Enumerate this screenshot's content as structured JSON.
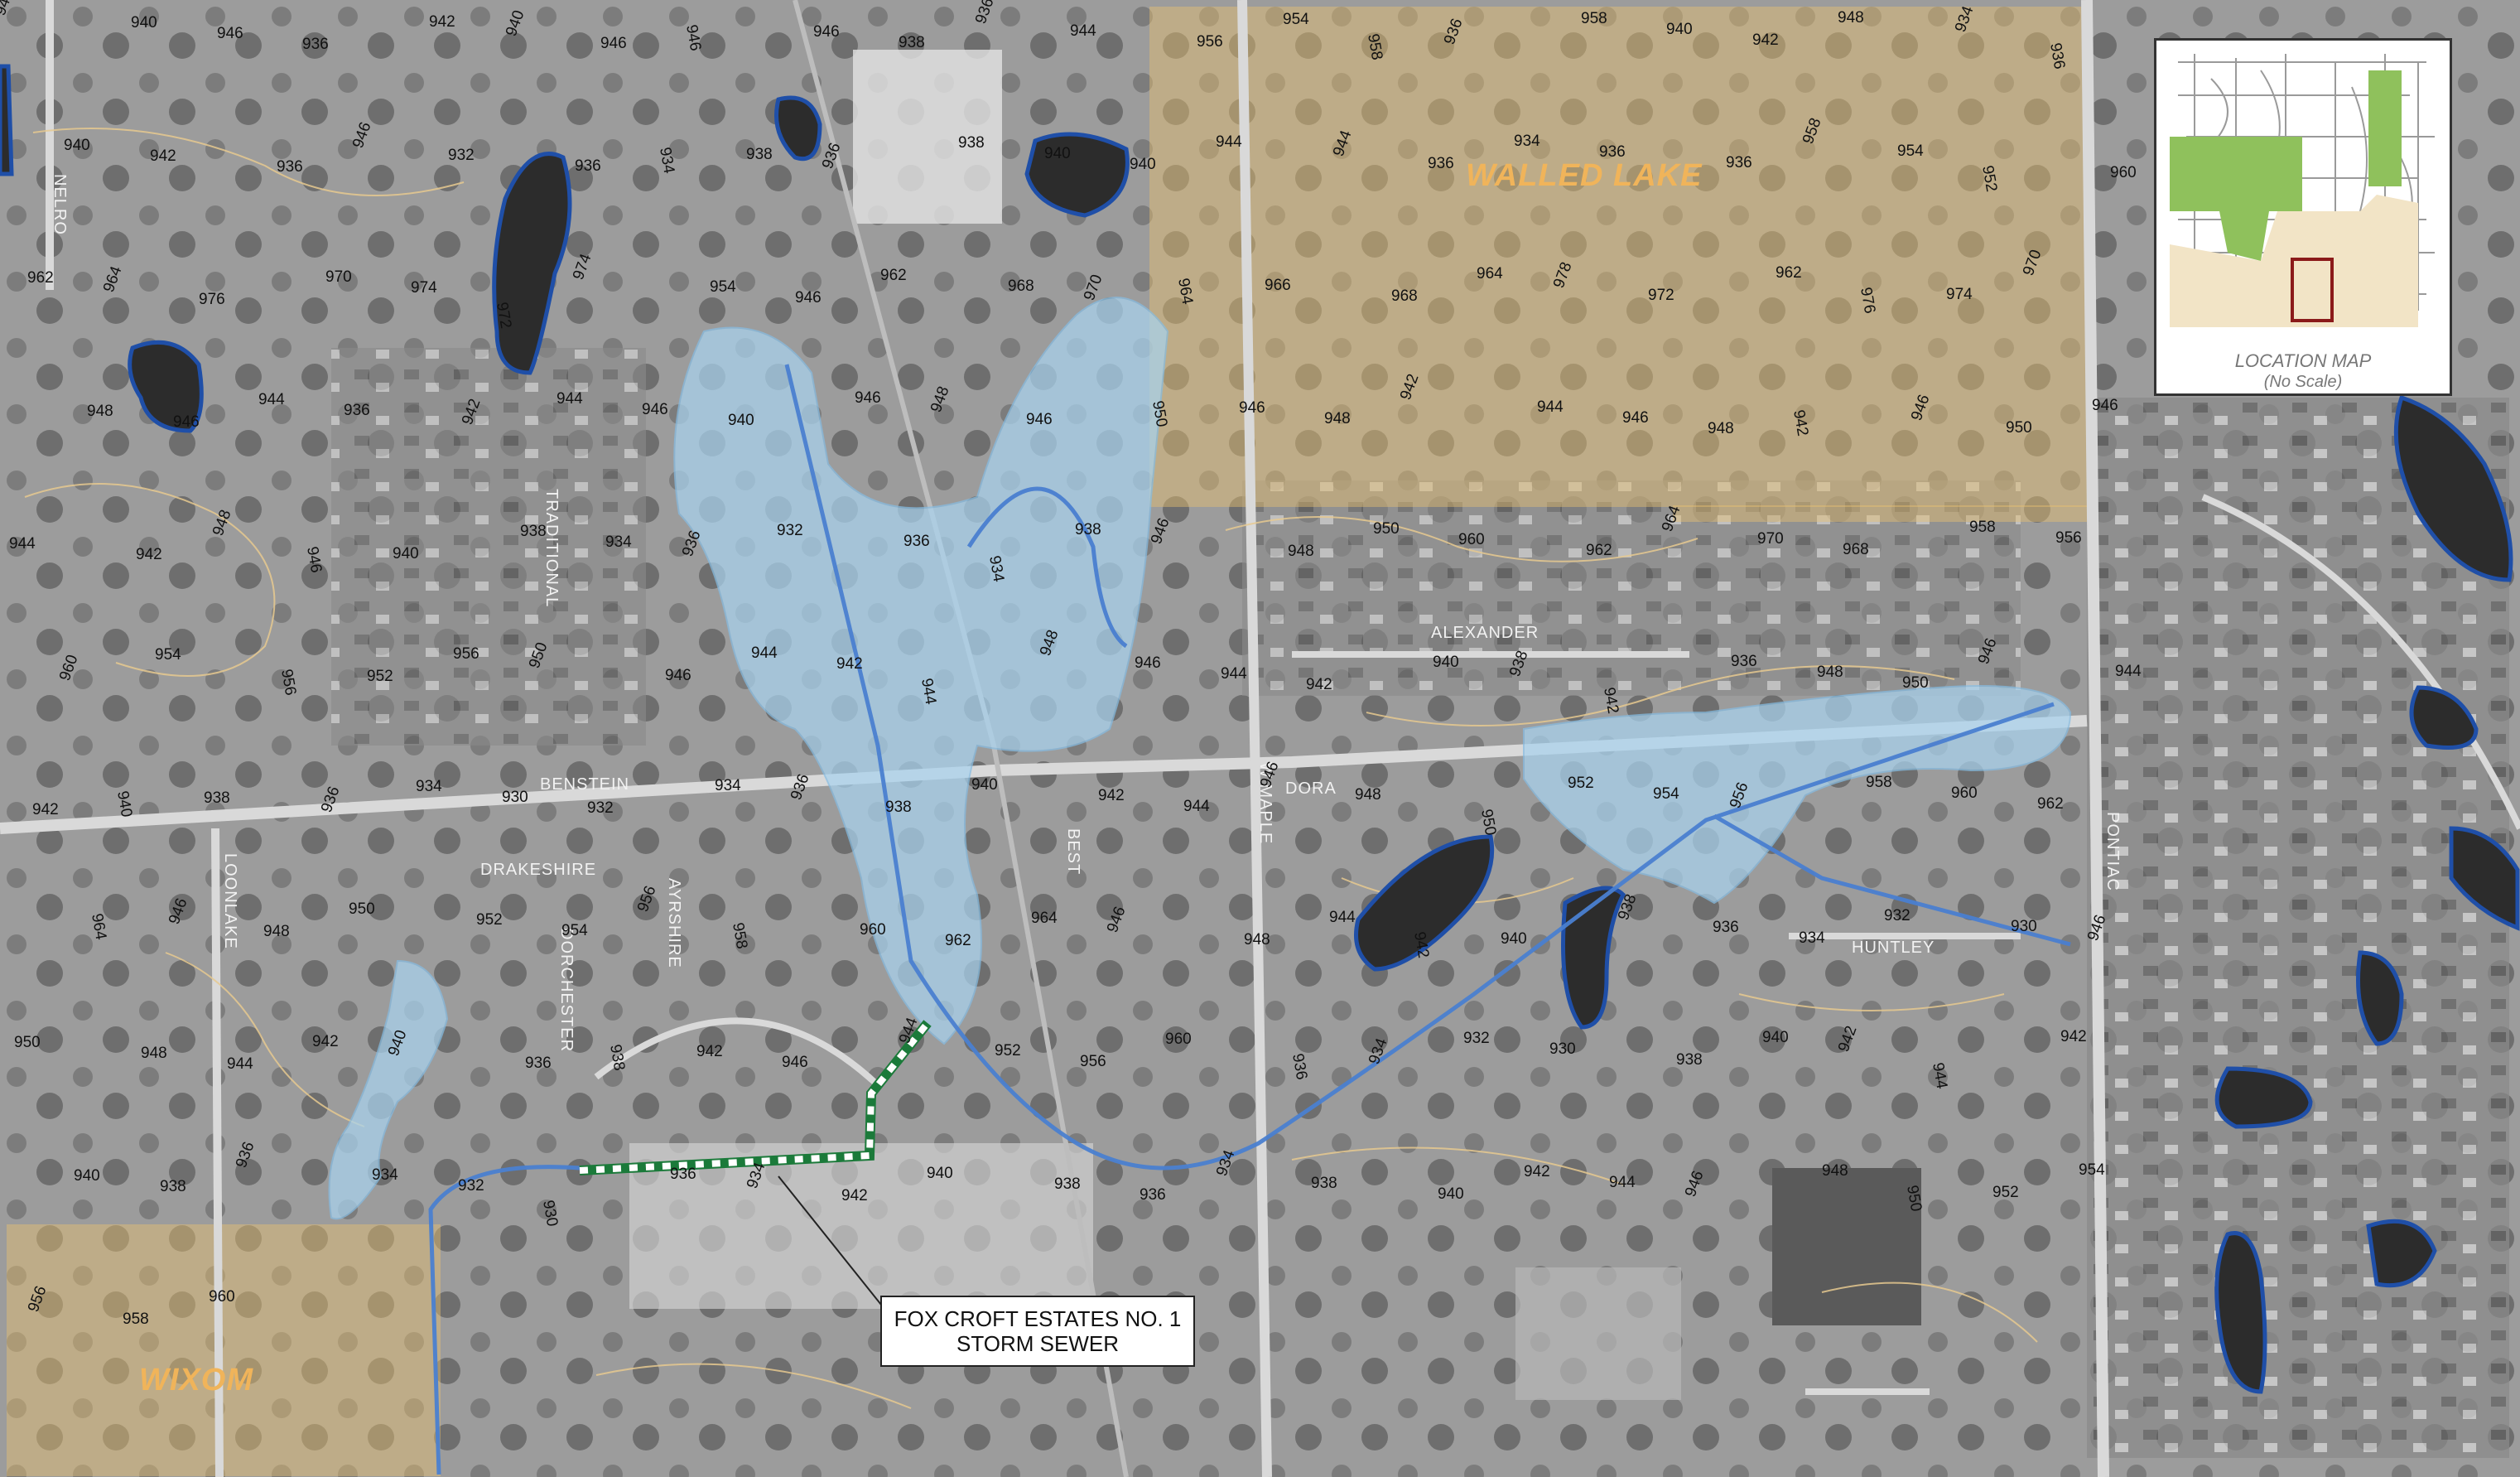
{
  "areas": {
    "walled_lake": "WALLED LAKE",
    "wixom": "WIXOM"
  },
  "streets": {
    "benstein": "BENSTEIN",
    "traditional": "TRADITIONAL",
    "alexander": "ALEXANDER",
    "dora": "DORA",
    "west_maple": "W MAPLE",
    "drakeshire": "DRAKESHIRE",
    "dorchester": "DORCHESTER",
    "ayrshire": "AYRSHIRE",
    "loon_lake": "LOONLAKE",
    "best": "BEST",
    "huntley": "HUNTLEY",
    "pontiac": "PONTIAC",
    "nelro": "NELRO"
  },
  "callout": {
    "line1": "FOX CROFT ESTATES NO. 1",
    "line2": "STORM SEWER"
  },
  "inset": {
    "title": "LOCATION MAP",
    "scale_note": "(No Scale)"
  },
  "contours": [
    "942",
    "940",
    "946",
    "936",
    "942",
    "940",
    "946",
    "946",
    "946",
    "938",
    "936",
    "944",
    "956",
    "954",
    "958",
    "936",
    "958",
    "940",
    "942",
    "948",
    "934",
    "936",
    "940",
    "942",
    "936",
    "946",
    "932",
    "936",
    "934",
    "938",
    "936",
    "938",
    "940",
    "940",
    "944",
    "944",
    "936",
    "934",
    "936",
    "936",
    "958",
    "954",
    "952",
    "960",
    "962",
    "964",
    "976",
    "970",
    "974",
    "972",
    "974",
    "954",
    "946",
    "962",
    "968",
    "970",
    "964",
    "966",
    "968",
    "964",
    "978",
    "972",
    "962",
    "976",
    "974",
    "970",
    "948",
    "946",
    "944",
    "936",
    "942",
    "944",
    "946",
    "940",
    "946",
    "948",
    "946",
    "950",
    "946",
    "948",
    "942",
    "944",
    "946",
    "948",
    "942",
    "946",
    "950",
    "946",
    "944",
    "942",
    "948",
    "946",
    "940",
    "938",
    "934",
    "936",
    "932",
    "936",
    "934",
    "938",
    "946",
    "948",
    "950",
    "960",
    "962",
    "964",
    "970",
    "968",
    "958",
    "956",
    "960",
    "954",
    "956",
    "952",
    "956",
    "950",
    "946",
    "944",
    "942",
    "944",
    "948",
    "946",
    "944",
    "942",
    "940",
    "938",
    "942",
    "936",
    "948",
    "950",
    "946",
    "944",
    "942",
    "940",
    "938",
    "936",
    "934",
    "930",
    "932",
    "934",
    "936",
    "938",
    "940",
    "942",
    "944",
    "946",
    "948",
    "950",
    "952",
    "954",
    "956",
    "958",
    "960",
    "962",
    "964",
    "946",
    "948",
    "950",
    "952",
    "954",
    "956",
    "958",
    "960",
    "962",
    "964",
    "946",
    "948",
    "944",
    "942",
    "940",
    "938",
    "936",
    "934",
    "932",
    "930",
    "946",
    "950",
    "948",
    "944",
    "942",
    "940",
    "936",
    "938",
    "942",
    "946",
    "944",
    "952",
    "956",
    "960",
    "936",
    "934",
    "932",
    "930",
    "938",
    "940",
    "942",
    "944",
    "942",
    "940",
    "938",
    "936",
    "934",
    "932",
    "930",
    "936",
    "934",
    "942",
    "940",
    "938",
    "936",
    "934",
    "938",
    "940",
    "942",
    "944",
    "946",
    "948",
    "950",
    "952",
    "954",
    "956",
    "958",
    "960"
  ],
  "colors": {
    "water_fill": "#a9d3ee",
    "pond_fill": "#2c2c2c",
    "pond_outline": "#1f4fa8",
    "stream": "#4a7fd0",
    "sewer": "#1b7a3a",
    "city_tint": "#e8c070",
    "inset_green": "#8fc15c",
    "inset_tan": "#f2e4c6",
    "inset_marker": "#8b1a1a"
  }
}
